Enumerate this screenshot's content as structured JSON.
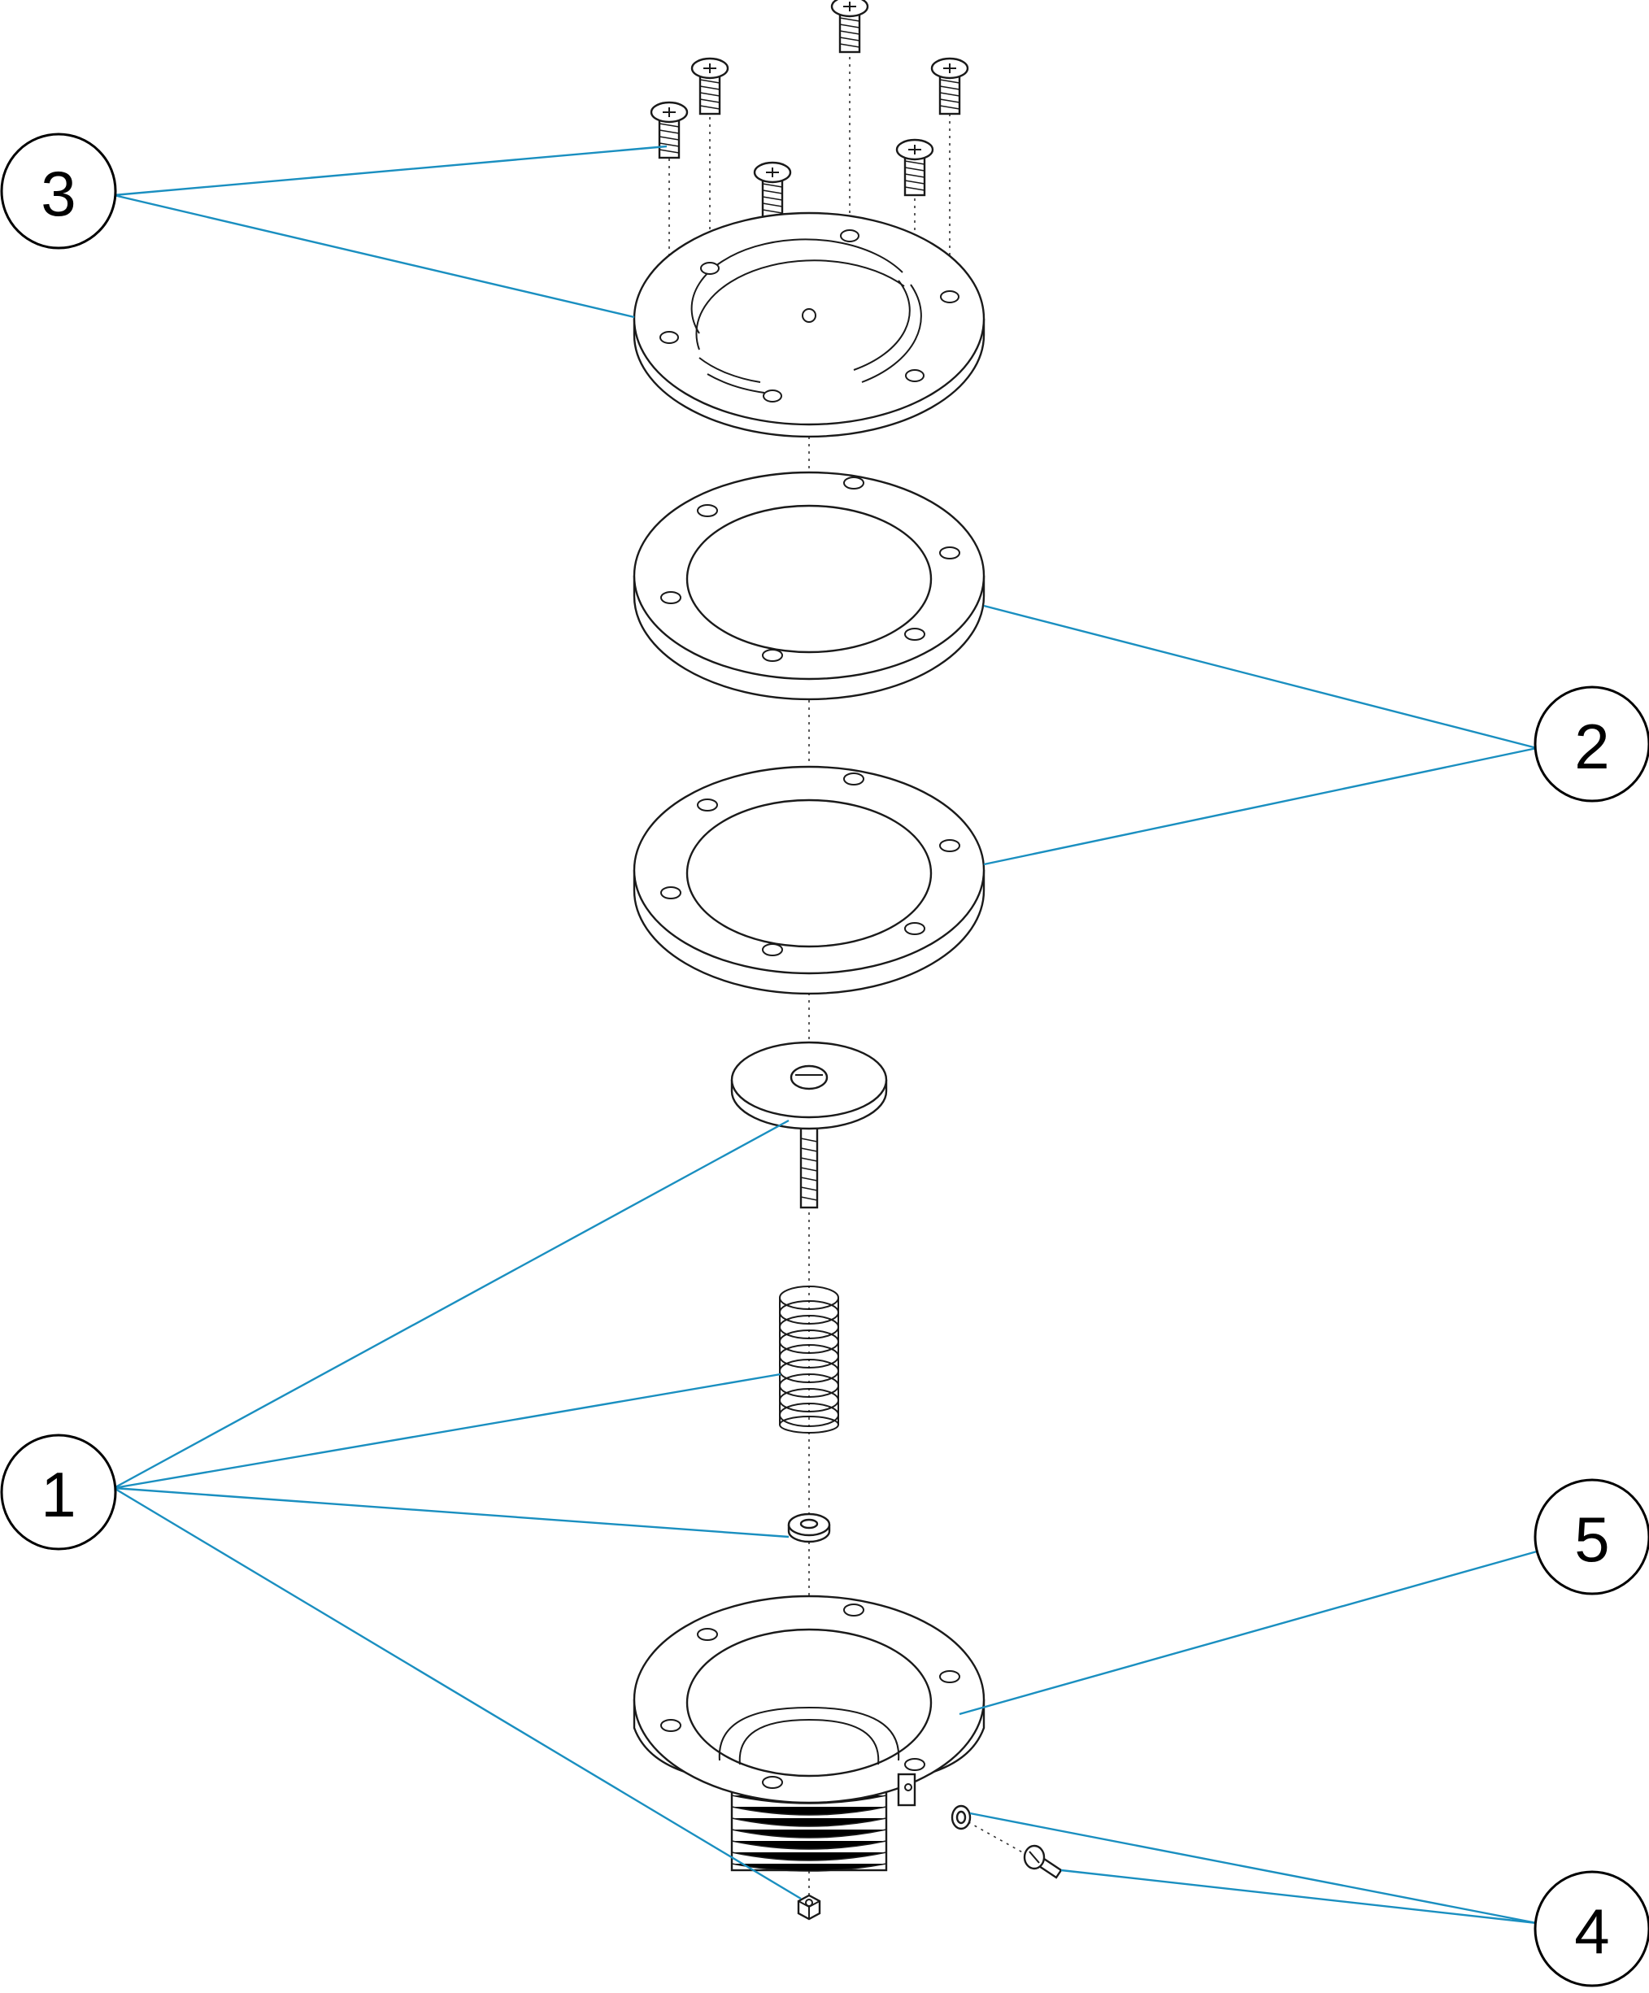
{
  "diagram": {
    "leader_color": "#1a8fc0",
    "callouts": [
      {
        "id": "3",
        "label": "3"
      },
      {
        "id": "2",
        "label": "2"
      },
      {
        "id": "1",
        "label": "1"
      },
      {
        "id": "5",
        "label": "5"
      },
      {
        "id": "4",
        "label": "4"
      }
    ]
  }
}
